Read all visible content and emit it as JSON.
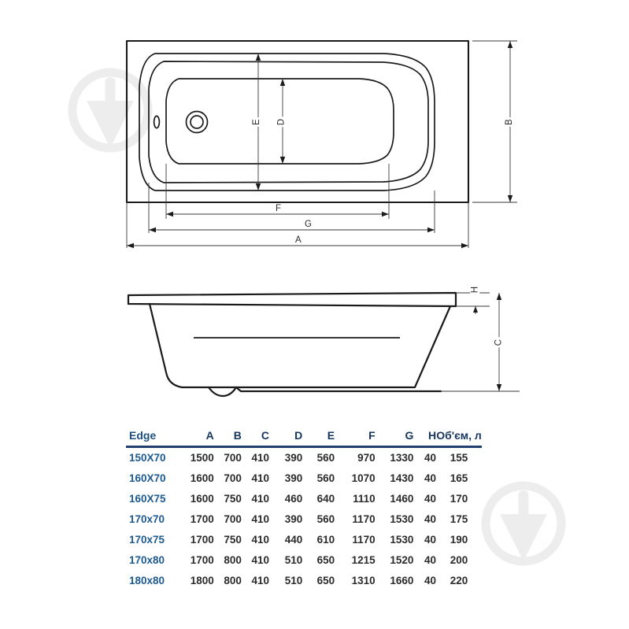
{
  "document": {
    "type": "technical-drawing",
    "subject": "Bathtub dimensional drawing with specification table"
  },
  "drawing": {
    "plan_view": {
      "name": "top-plan-view",
      "dimension_labels": [
        {
          "key": "B",
          "text": "B",
          "orientation": "vertical",
          "position": "right",
          "describes": "overall width"
        },
        {
          "key": "E",
          "text": "E",
          "orientation": "vertical",
          "position": "inner-left",
          "describes": "rim inner width"
        },
        {
          "key": "D",
          "text": "D",
          "orientation": "vertical",
          "position": "inner-right",
          "describes": "basin width"
        },
        {
          "key": "F",
          "text": "F",
          "orientation": "horizontal",
          "position": "bottom-1",
          "describes": "basin length"
        },
        {
          "key": "G",
          "text": "G",
          "orientation": "horizontal",
          "position": "bottom-2",
          "describes": "rim inner length"
        },
        {
          "key": "A",
          "text": "A",
          "orientation": "horizontal",
          "position": "bottom-3",
          "describes": "overall length"
        }
      ],
      "features": [
        "overflow-slot",
        "drain-hole"
      ]
    },
    "elevation_view": {
      "name": "side-elevation-view",
      "dimension_labels": [
        {
          "key": "H",
          "text": "H",
          "orientation": "vertical",
          "position": "top-right",
          "describes": "rim thickness"
        },
        {
          "key": "C",
          "text": "C",
          "orientation": "vertical",
          "position": "right",
          "describes": "overall height"
        }
      ]
    },
    "line_color": "#1a1a1a",
    "watermark_color": "#ededed"
  },
  "table": {
    "name": "specification-table",
    "headers": {
      "model": "Edge",
      "a": "A",
      "b": "B",
      "c": "C",
      "d": "D",
      "e": "E",
      "f": "F",
      "g": "G",
      "h": "H",
      "volume": "Об'єм, л"
    },
    "header_color": "#1f3f6e",
    "model_color": "#1d5a8f",
    "rows": [
      {
        "model": "150X70",
        "a": "1500",
        "b": "700",
        "c": "410",
        "d": "390",
        "e": "560",
        "f": "970",
        "g": "1330",
        "h": "40",
        "volume": "155"
      },
      {
        "model": "160X70",
        "a": "1600",
        "b": "700",
        "c": "410",
        "d": "390",
        "e": "560",
        "f": "1070",
        "g": "1430",
        "h": "40",
        "volume": "165"
      },
      {
        "model": "160X75",
        "a": "1600",
        "b": "750",
        "c": "410",
        "d": "460",
        "e": "640",
        "f": "1110",
        "g": "1460",
        "h": "40",
        "volume": "170"
      },
      {
        "model": "170x70",
        "a": "1700",
        "b": "700",
        "c": "410",
        "d": "390",
        "e": "560",
        "f": "1170",
        "g": "1530",
        "h": "40",
        "volume": "175"
      },
      {
        "model": "170x75",
        "a": "1700",
        "b": "750",
        "c": "410",
        "d": "440",
        "e": "610",
        "f": "1170",
        "g": "1530",
        "h": "40",
        "volume": "190"
      },
      {
        "model": "170x80",
        "a": "1700",
        "b": "800",
        "c": "410",
        "d": "510",
        "e": "650",
        "f": "1215",
        "g": "1520",
        "h": "40",
        "volume": "200"
      },
      {
        "model": "180x80",
        "a": "1800",
        "b": "800",
        "c": "410",
        "d": "510",
        "e": "650",
        "f": "1310",
        "g": "1660",
        "h": "40",
        "volume": "220"
      }
    ]
  }
}
